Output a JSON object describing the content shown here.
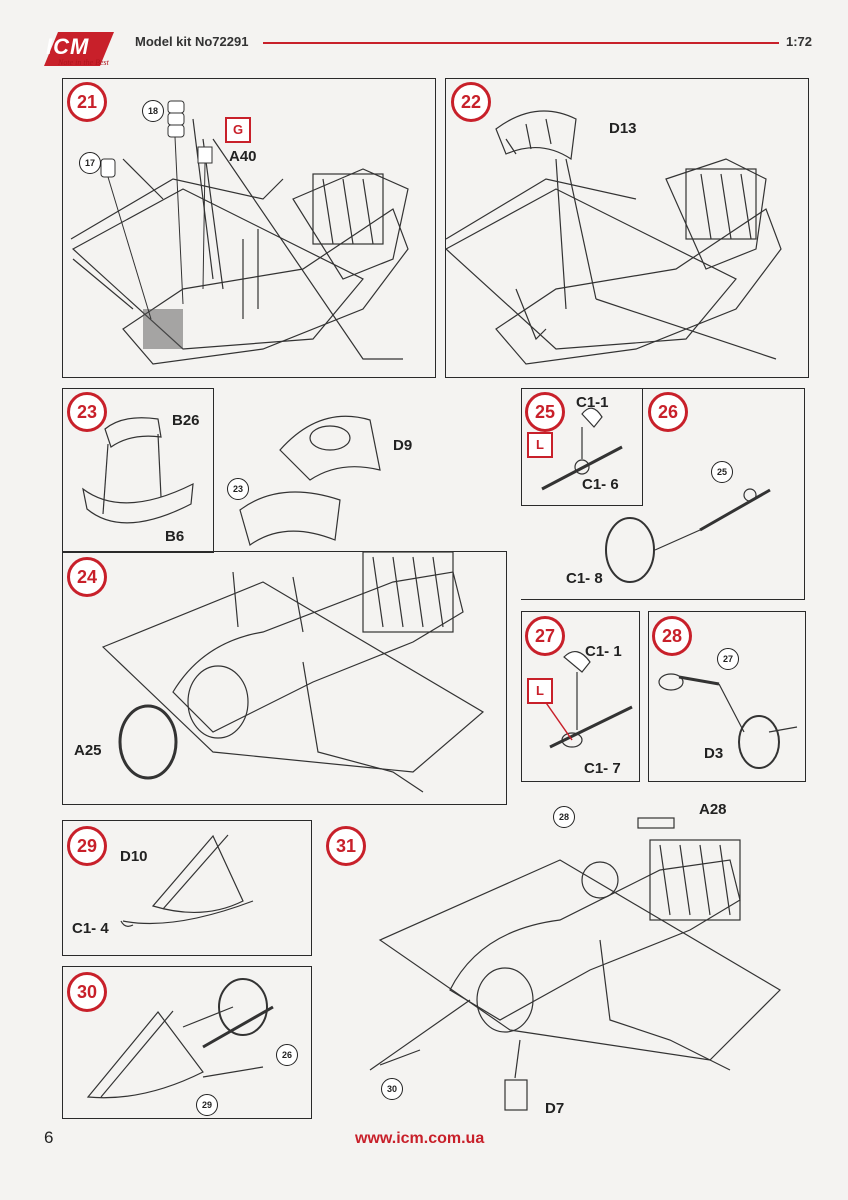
{
  "header": {
    "brand": "ICM",
    "tagline": "Note in the Best",
    "kit": "Model kit No72291",
    "scale": "1:72"
  },
  "steps": {
    "s21": {
      "num": "21",
      "refs": [
        "17",
        "18"
      ],
      "paint": "G",
      "parts": [
        "A40"
      ]
    },
    "s22": {
      "num": "22",
      "parts": [
        "D13"
      ]
    },
    "s23": {
      "num": "23",
      "parts": [
        "B26",
        "B6"
      ]
    },
    "s24": {
      "num": "24",
      "refs": [
        "23"
      ],
      "parts": [
        "D9",
        "A25"
      ]
    },
    "s25": {
      "num": "25",
      "paint": "L",
      "parts": [
        "C1-1",
        "C1- 6"
      ]
    },
    "s26": {
      "num": "26",
      "refs": [
        "25"
      ],
      "parts": [
        "C1- 8"
      ]
    },
    "s27": {
      "num": "27",
      "paint": "L",
      "parts": [
        "C1- 1",
        "C1- 7"
      ]
    },
    "s28": {
      "num": "28",
      "refs": [
        "27"
      ],
      "parts": [
        "D3"
      ]
    },
    "s29": {
      "num": "29",
      "parts": [
        "D10",
        "C1- 4"
      ]
    },
    "s30": {
      "num": "30",
      "refs": [
        "26",
        "29"
      ]
    },
    "s31": {
      "num": "31",
      "refs": [
        "28",
        "30"
      ],
      "parts": [
        "A28",
        "D7"
      ]
    }
  },
  "footer": {
    "page": "6",
    "website": "www.icm.com.ua"
  },
  "colors": {
    "accent": "#c8202a",
    "ink": "#222222"
  }
}
